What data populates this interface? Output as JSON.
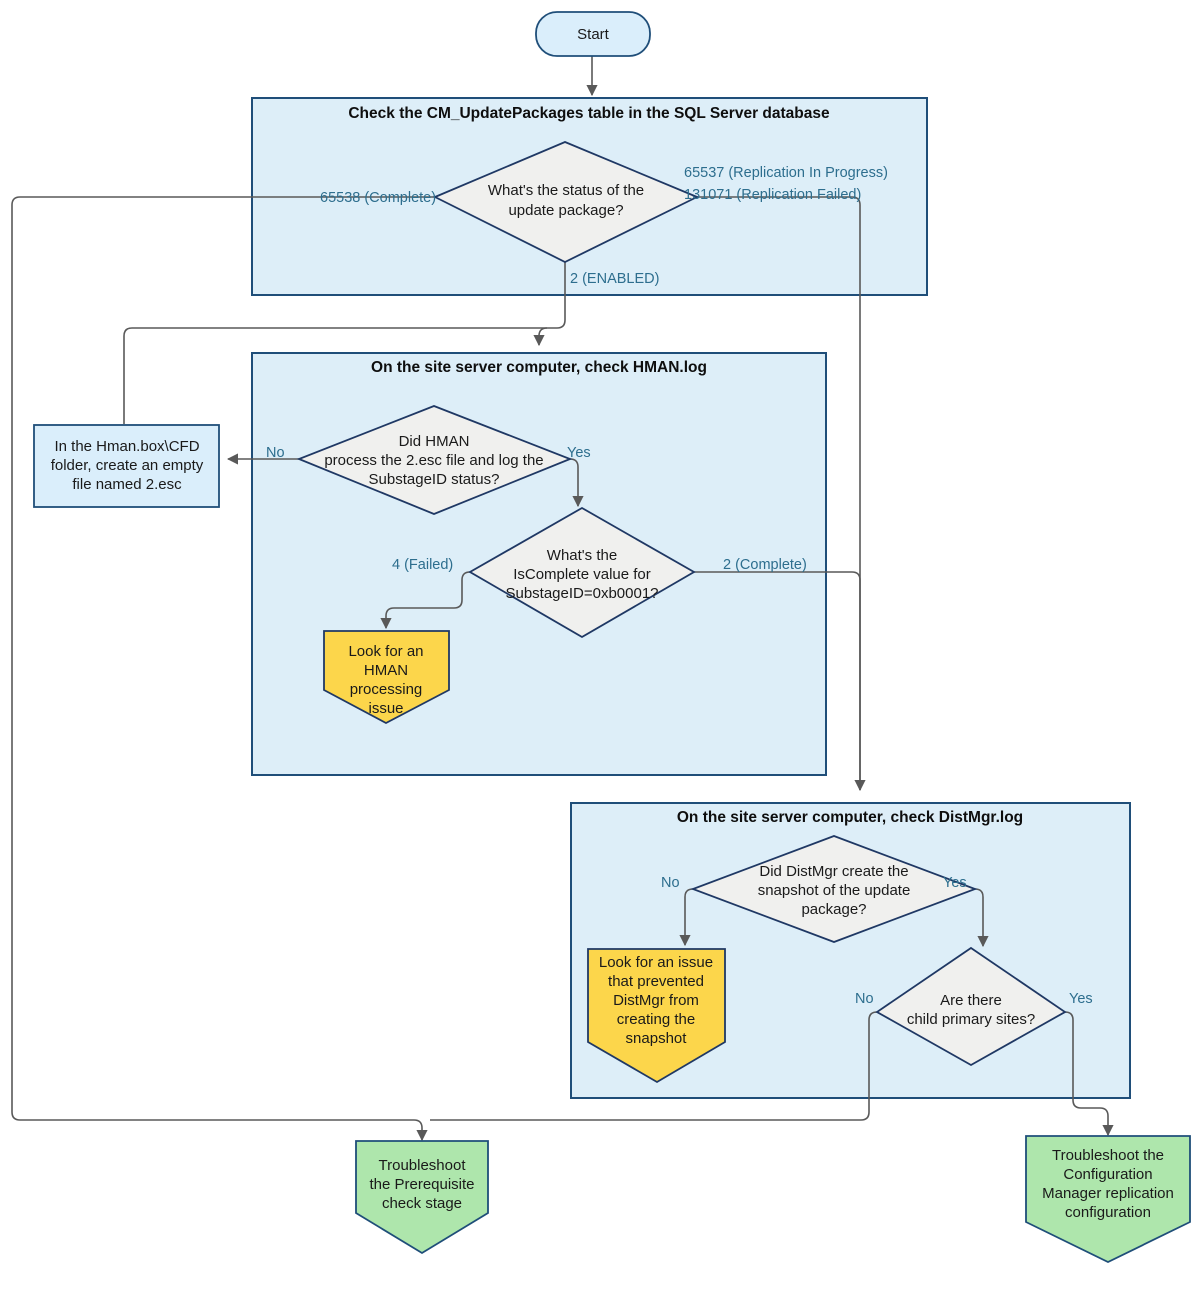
{
  "diagram": {
    "title": "Configuration Manager update replication troubleshooting flowchart",
    "colors": {
      "container_fill": "#ddeef8",
      "container_stroke": "#1f4e79",
      "decision_fill": "#f0f0ee",
      "decision_stroke": "#1f3864",
      "process_fill": "#daeefb",
      "warning_fill": "#fcd64b",
      "success_fill": "#aee6ac",
      "connector": "#595959",
      "label_text": "#2d6e8e"
    }
  },
  "start": {
    "label": "Start"
  },
  "containers": [
    {
      "id": "sql",
      "title": "Check the CM_UpdatePackages table in the SQL Server database"
    },
    {
      "id": "hman",
      "title": "On the site server computer, check HMAN.log"
    },
    {
      "id": "distmgr",
      "title": "On the site server computer, check DistMgr.log"
    }
  ],
  "decisions": [
    {
      "id": "status",
      "lines": [
        "What's the status of the",
        "update package?"
      ]
    },
    {
      "id": "hman-processed",
      "lines": [
        "Did HMAN",
        "process the 2.esc file and log the",
        "SubstageID status?"
      ]
    },
    {
      "id": "iscomplete",
      "lines": [
        "What's the",
        "IsComplete value for",
        "SubstageID=0xb0001?"
      ]
    },
    {
      "id": "snapshot",
      "lines": [
        "Did DistMgr create the",
        "snapshot of the update",
        "package?"
      ]
    },
    {
      "id": "child-sites",
      "lines": [
        "Are there",
        "child primary sites?"
      ]
    }
  ],
  "process_nodes": [
    {
      "id": "create-esc",
      "lines": [
        "In the Hman.box\\CFD",
        "folder, create an empty",
        "file named 2.esc"
      ]
    }
  ],
  "warning_nodes": [
    {
      "id": "hman-issue",
      "lines": [
        "Look for an",
        "HMAN",
        "processing",
        "issue"
      ]
    },
    {
      "id": "distmgr-issue",
      "lines": [
        "Look for an issue",
        "that prevented",
        "DistMgr from",
        "creating the",
        "snapshot"
      ]
    }
  ],
  "success_nodes": [
    {
      "id": "prereq",
      "lines": [
        "Troubleshoot",
        "the Prerequisite",
        "check stage"
      ]
    },
    {
      "id": "replication",
      "lines": [
        "Troubleshoot the",
        "Configuration",
        "Manager replication",
        "configuration"
      ]
    }
  ],
  "edge_labels": {
    "status_complete": "65538 (Complete)",
    "status_in_progress": "65537 (Replication In Progress)",
    "status_failed": "131071 (Replication Failed)",
    "status_enabled": "2 (ENABLED)",
    "hman_no": "No",
    "hman_yes": "Yes",
    "iscomplete_failed": "4 (Failed)",
    "iscomplete_complete": "2 (Complete)",
    "snapshot_no": "No",
    "snapshot_yes": "Yes",
    "child_no": "No",
    "child_yes": "Yes"
  }
}
